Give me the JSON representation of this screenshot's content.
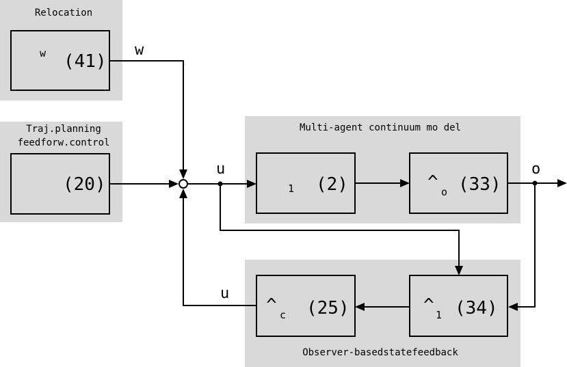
{
  "groups": {
    "relocation": "Relocation",
    "traj_line1": "Traj.planning",
    "traj_line2": "feedforw.control",
    "continuum": "Multi-agent continuum  mo del",
    "observer": "Observer-basedstatefeedback"
  },
  "blocks": {
    "relocation": {
      "symbol": "w",
      "eq": "(41)"
    },
    "feedforward": {
      "eq": "(20)"
    },
    "plant1": {
      "subscript": "1",
      "eq": "(2)"
    },
    "output_op": {
      "hat": "^",
      "subscript": "o",
      "eq": "(33)"
    },
    "controller": {
      "hat": "^",
      "subscript": "c",
      "eq": "(25)"
    },
    "observer": {
      "hat": "^",
      "subscript": "1",
      "eq": "(34)"
    }
  },
  "signals": {
    "w": "w",
    "u_top": "u",
    "o": "o",
    "u_bottom": "u"
  }
}
